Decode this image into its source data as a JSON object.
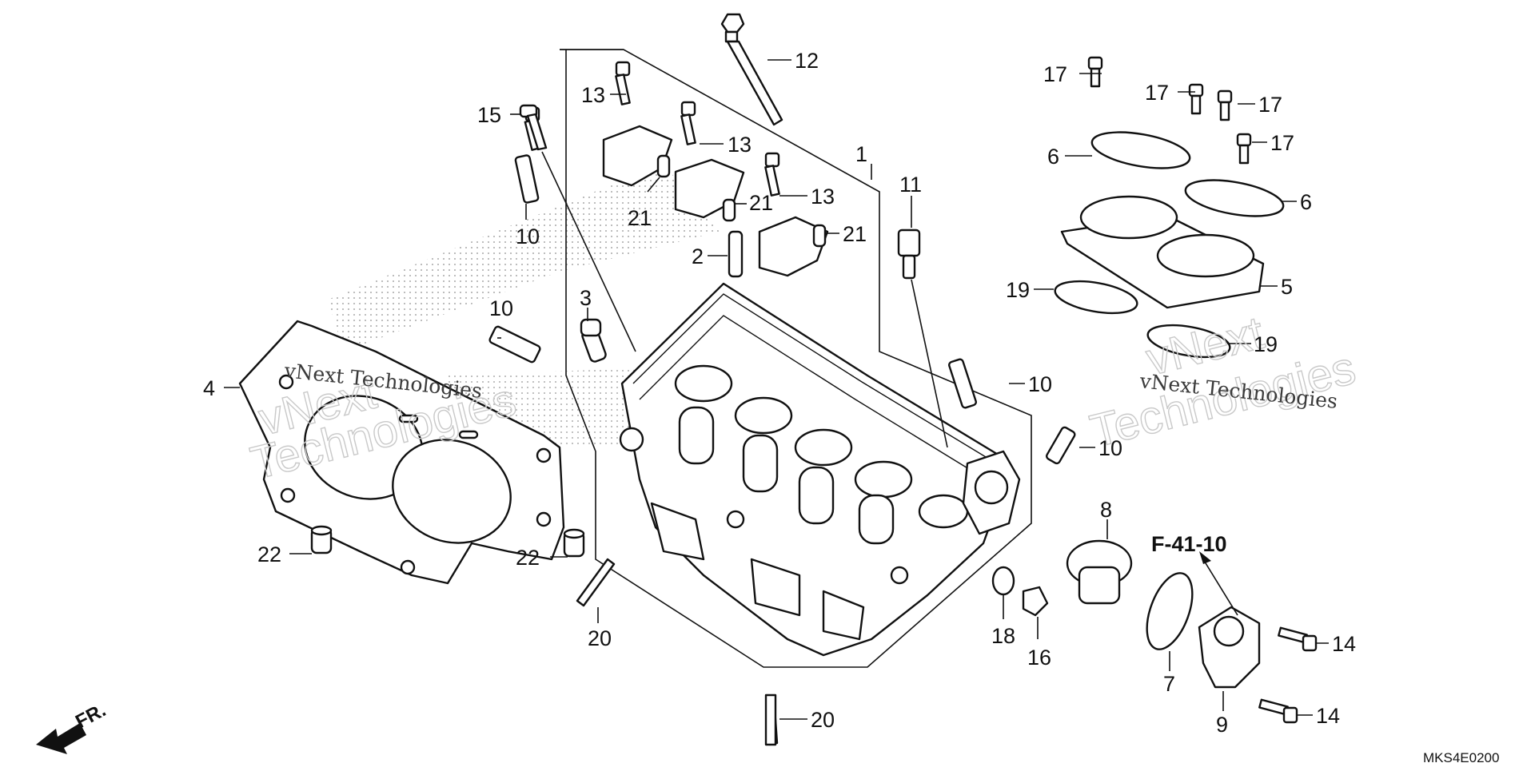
{
  "diagram": {
    "drawing_code": "MKS4E0200",
    "reference_label": "F-41-10",
    "front_arrow_label": "FR.",
    "watermark": {
      "company_line": "vNext Technologies",
      "big_word_1": "vNext",
      "big_word_2": "Technologies"
    },
    "callouts": [
      "1",
      "2",
      "3",
      "4",
      "5",
      "6",
      "7",
      "8",
      "9",
      "10",
      "11",
      "12",
      "13",
      "14",
      "15",
      "16",
      "17",
      "18",
      "19",
      "20",
      "21",
      "22"
    ],
    "labels": {
      "c1": "1",
      "c2": "2",
      "c3": "3",
      "c4": "4",
      "c5": "5",
      "c6a": "6",
      "c6b": "6",
      "c7": "7",
      "c8": "8",
      "c9": "9",
      "c10a": "10",
      "c10b": "10",
      "c10c": "10",
      "c10d": "10",
      "c11": "11",
      "c12": "12",
      "c13a": "13",
      "c13b": "13",
      "c13c": "13",
      "c14a": "14",
      "c14b": "14",
      "c15": "15",
      "c16": "16",
      "c17a": "17",
      "c17b": "17",
      "c17c": "17",
      "c17d": "17",
      "c18": "18",
      "c19a": "19",
      "c19b": "19",
      "c20a": "20",
      "c20b": "20",
      "c21a": "21",
      "c21b": "21",
      "c21c": "21",
      "c22a": "22",
      "c22b": "22"
    }
  }
}
